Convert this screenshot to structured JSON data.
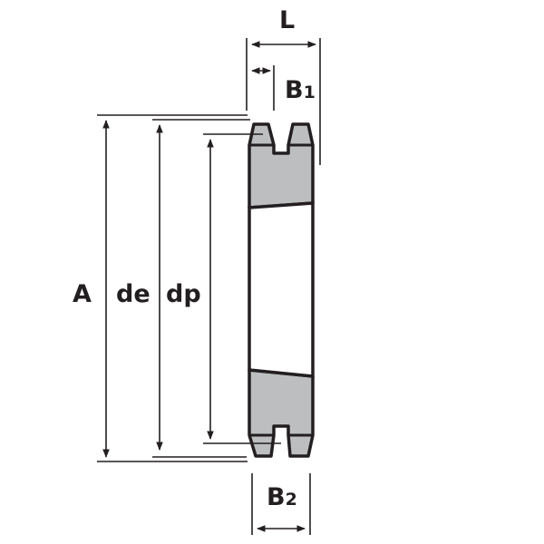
{
  "labels": {
    "A": "A",
    "de": "de",
    "dp": "dp",
    "L": "L",
    "B1": "B",
    "B1_sub": "1",
    "B2": "B",
    "B2_sub": "2"
  },
  "colors": {
    "fill": "#bcbec0",
    "line": "#231f20"
  }
}
